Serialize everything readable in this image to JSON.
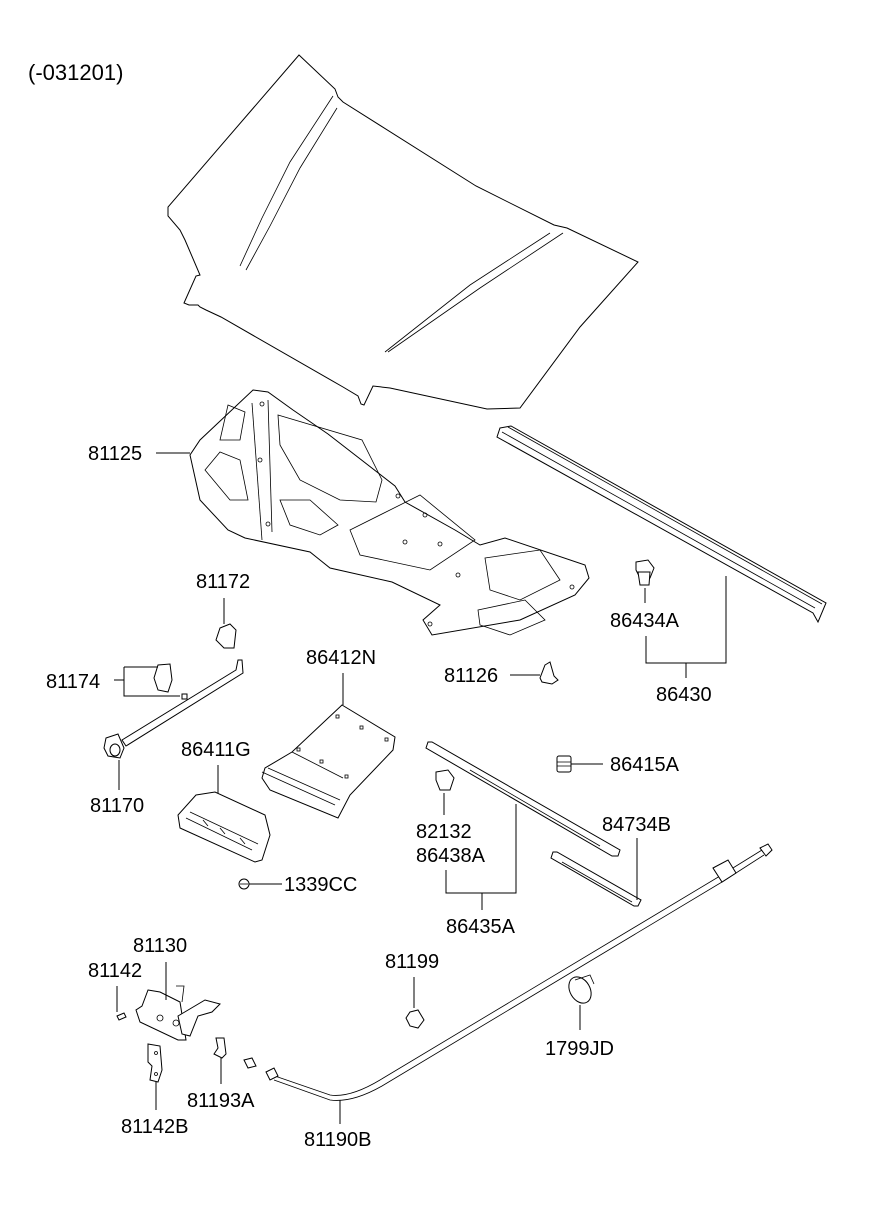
{
  "diagram": {
    "variant_code": "(-031201)",
    "colors": {
      "line": "#000000",
      "background": "#ffffff"
    },
    "callouts": [
      {
        "id": "81125",
        "label": "81125",
        "part": "hood-insulator-pad"
      },
      {
        "id": "81172",
        "label": "81172",
        "part": "stay-rod-clip"
      },
      {
        "id": "81174",
        "label": "81174",
        "part": "stay-rod-holder"
      },
      {
        "id": "81170",
        "label": "81170",
        "part": "hood-stay-rod"
      },
      {
        "id": "86412N",
        "label": "86412N",
        "part": "air-intake-duct"
      },
      {
        "id": "86411G",
        "label": "86411G",
        "part": "hood-scoop"
      },
      {
        "id": "1339CC",
        "label": "1339CC",
        "part": "nut"
      },
      {
        "id": "81126",
        "label": "81126",
        "part": "insulator-clip"
      },
      {
        "id": "86434A",
        "label": "86434A",
        "part": "weatherstrip-clip"
      },
      {
        "id": "86430",
        "label": "86430",
        "part": "hood-weatherstrip"
      },
      {
        "id": "86415A",
        "label": "86415A",
        "part": "bumper-stop"
      },
      {
        "id": "82132",
        "label": "82132",
        "part": "clip"
      },
      {
        "id": "86438A",
        "label": "86438A",
        "part": "clip"
      },
      {
        "id": "86435A",
        "label": "86435A",
        "part": "seal-strip-assembly"
      },
      {
        "id": "84734B",
        "label": "84734B",
        "part": "seal-strip"
      },
      {
        "id": "81130",
        "label": "81130",
        "part": "hood-latch"
      },
      {
        "id": "81142",
        "label": "81142",
        "part": "bolt"
      },
      {
        "id": "81142B",
        "label": "81142B",
        "part": "latch-bracket"
      },
      {
        "id": "81193A",
        "label": "81193A",
        "part": "cable-clip"
      },
      {
        "id": "81199",
        "label": "81199",
        "part": "cable-clamp"
      },
      {
        "id": "81190B",
        "label": "81190B",
        "part": "hood-release-cable"
      },
      {
        "id": "1799JD",
        "label": "1799JD",
        "part": "hose-clamp"
      }
    ]
  }
}
